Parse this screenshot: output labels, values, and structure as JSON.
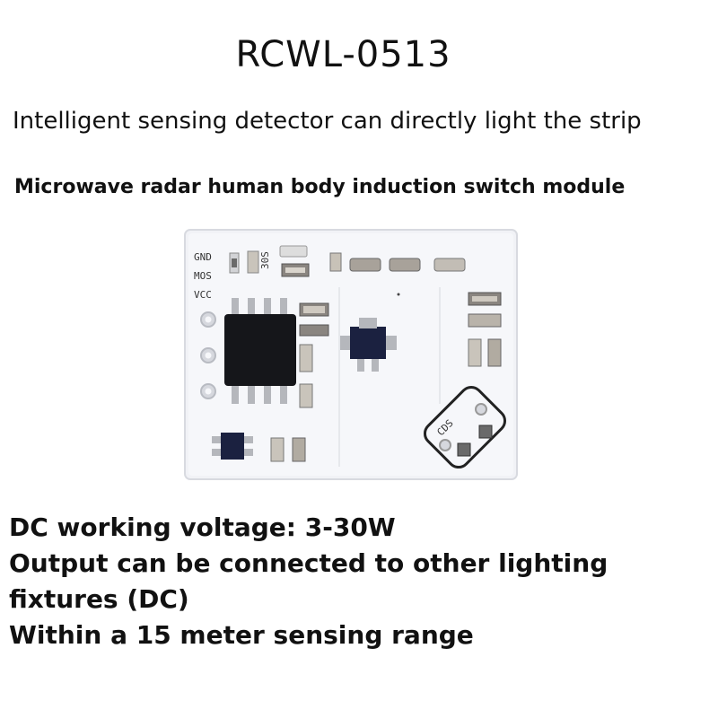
{
  "title": "RCWL-0513",
  "subtitle": "Intelligent sensing detector can directly light the strip",
  "tagline": "Microwave radar human body induction switch module",
  "board": {
    "pin_labels": [
      "GND",
      "MOS",
      "VCC"
    ],
    "silkscreen_timer": "30S",
    "silkscreen_sensor": "CDS"
  },
  "specs": [
    "DC working voltage: 3-30W",
    "Output can be connected to other lighting fixtures (DC)",
    "Within a 15 meter sensing range"
  ],
  "colors": {
    "pcb": "#f1f2f6",
    "chip": "#15161a",
    "resistor": "#a8a29a",
    "text": "#111111"
  }
}
